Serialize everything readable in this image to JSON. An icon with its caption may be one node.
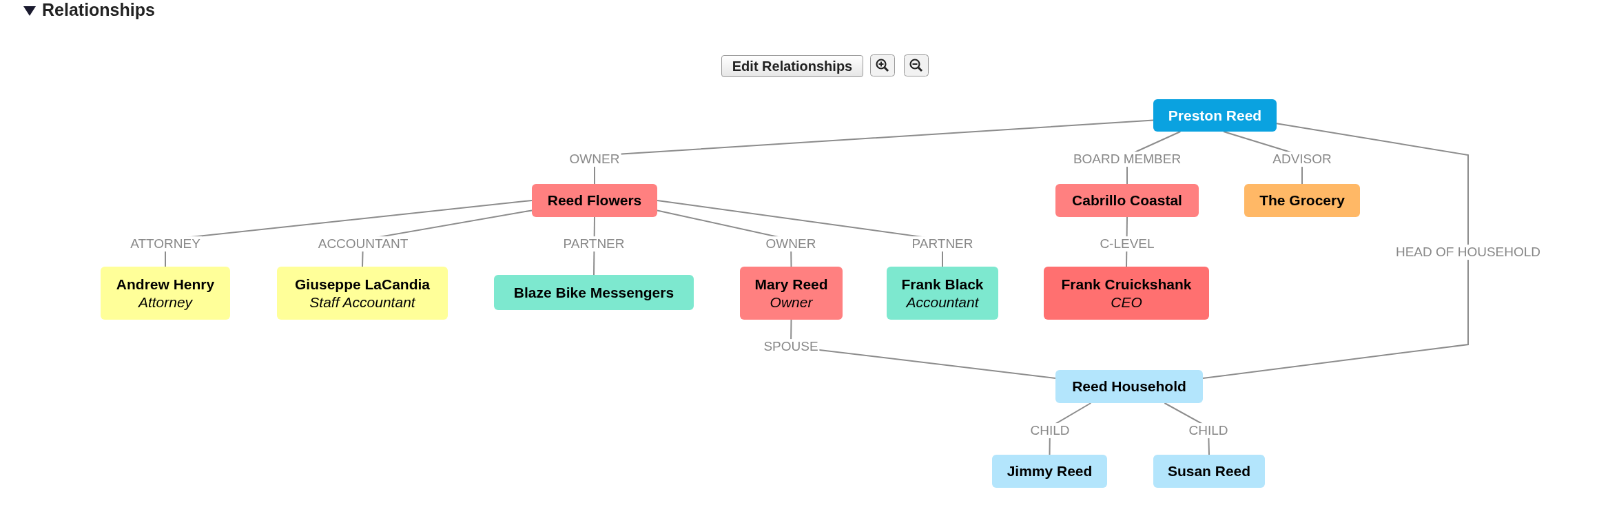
{
  "diagram": {
    "title": "Relationships",
    "nodes": [
      {
        "text": [
          "Preston Reed"
        ]
      },
      {
        "text": [
          "Reed Flowers"
        ]
      },
      {
        "text": [
          "Cabrillo Coastal"
        ]
      },
      {
        "text": [
          "The Grocery"
        ]
      },
      {
        "text": [
          "Andrew Henry",
          "Attorney"
        ]
      },
      {
        "text": [
          "Giuseppe LaCandia",
          "Staff Accountant"
        ]
      },
      {
        "text": [
          "Blaze Bike Messengers"
        ]
      },
      {
        "text": [
          "Mary Reed",
          "Owner"
        ]
      },
      {
        "text": [
          "Frank Black",
          "Accountant"
        ]
      },
      {
        "text": [
          "Frank Cruickshank",
          "CEO"
        ]
      },
      {
        "text": [
          "Reed Household"
        ]
      },
      {
        "text": [
          "Jimmy Reed"
        ]
      },
      {
        "text": [
          "Susan Reed"
        ]
      }
    ],
    "edges": [
      {
        "from": 0,
        "to": 1,
        "arrow": "none",
        "label": "OWNER"
      },
      {
        "from": 0,
        "to": 2,
        "arrow": "none",
        "label": "BOARD MEMBER"
      },
      {
        "from": 0,
        "to": 3,
        "arrow": "none",
        "label": "ADVISOR"
      },
      {
        "from": 1,
        "to": 4,
        "arrow": "none",
        "label": "ATTORNEY"
      },
      {
        "from": 1,
        "to": 5,
        "arrow": "none",
        "label": "ACCOUNTANT"
      },
      {
        "from": 1,
        "to": 6,
        "arrow": "none",
        "label": "PARTNER"
      },
      {
        "from": 1,
        "to": 7,
        "arrow": "none",
        "label": "OWNER"
      },
      {
        "from": 1,
        "to": 8,
        "arrow": "none",
        "label": "PARTNER"
      },
      {
        "from": 0,
        "to": 10,
        "arrow": "none",
        "label": "HEAD OF HOUSEHOLD"
      },
      {
        "from": 2,
        "to": 9,
        "arrow": "none",
        "label": "C-LEVEL"
      },
      {
        "from": 7,
        "to": 10,
        "arrow": "none",
        "label": "SPOUSE"
      },
      {
        "from": 10,
        "to": 11,
        "arrow": "none",
        "label": "CHILD"
      },
      {
        "from": 10,
        "to": 12,
        "arrow": "none",
        "label": "CHILD"
      }
    ],
    "labels": [
      "Edit Relationships"
    ]
  }
}
